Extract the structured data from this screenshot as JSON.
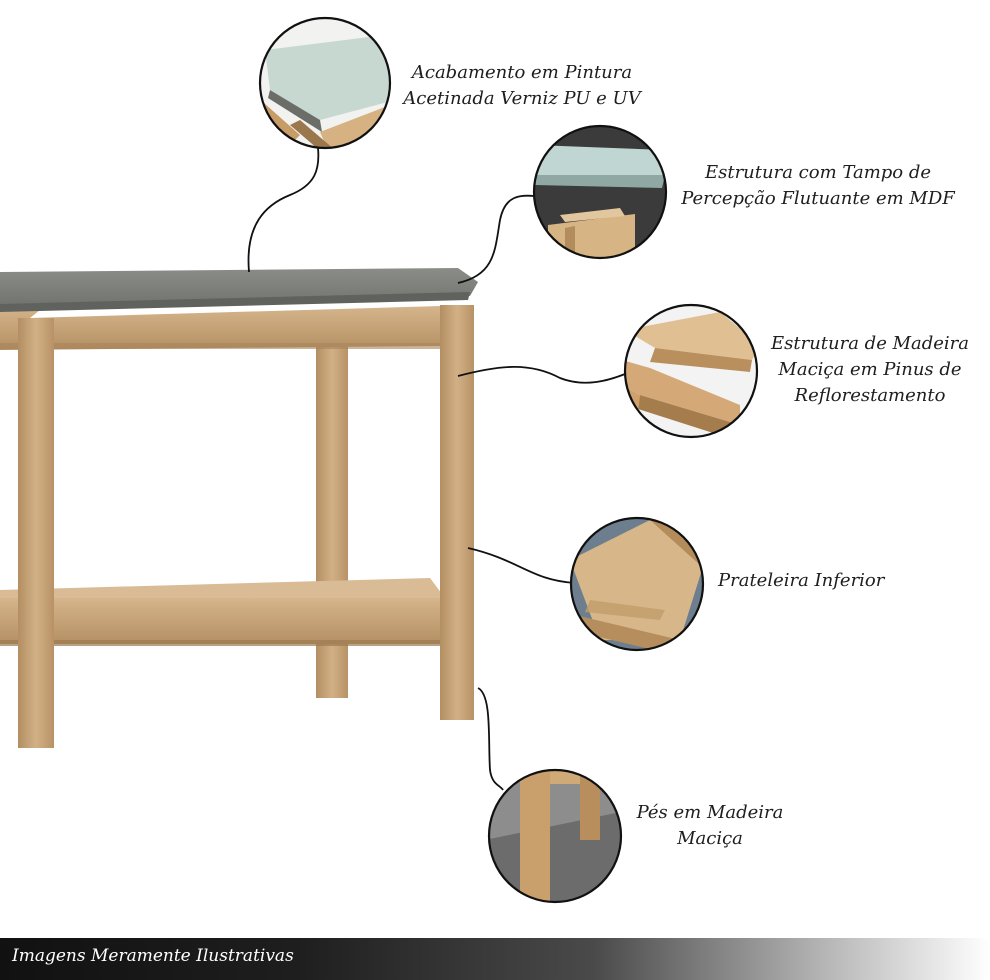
{
  "callouts": {
    "finish": {
      "lines": [
        "Acabamento em Pintura",
        "Acetinada Verniz PU e UV"
      ]
    },
    "top": {
      "lines": [
        "Estrutura com Tampo de",
        "Percepção Flutuante em MDF"
      ]
    },
    "wood": {
      "lines": [
        "Estrutura de Madeira",
        "Maciça em Pinus de",
        "Reflorestamento"
      ]
    },
    "shelf": {
      "lines": [
        "Prateleira Inferior"
      ]
    },
    "feet": {
      "lines": [
        "Pés em Madeira",
        "Maciça"
      ]
    }
  },
  "footer": {
    "text": "Imagens Meramente Ilustrativas"
  },
  "colors": {
    "tabletop": "#7d807b",
    "wood": "#c9a57a",
    "wood_dark": "#a88456",
    "accent_blue_gray": "#c7dcd6"
  }
}
